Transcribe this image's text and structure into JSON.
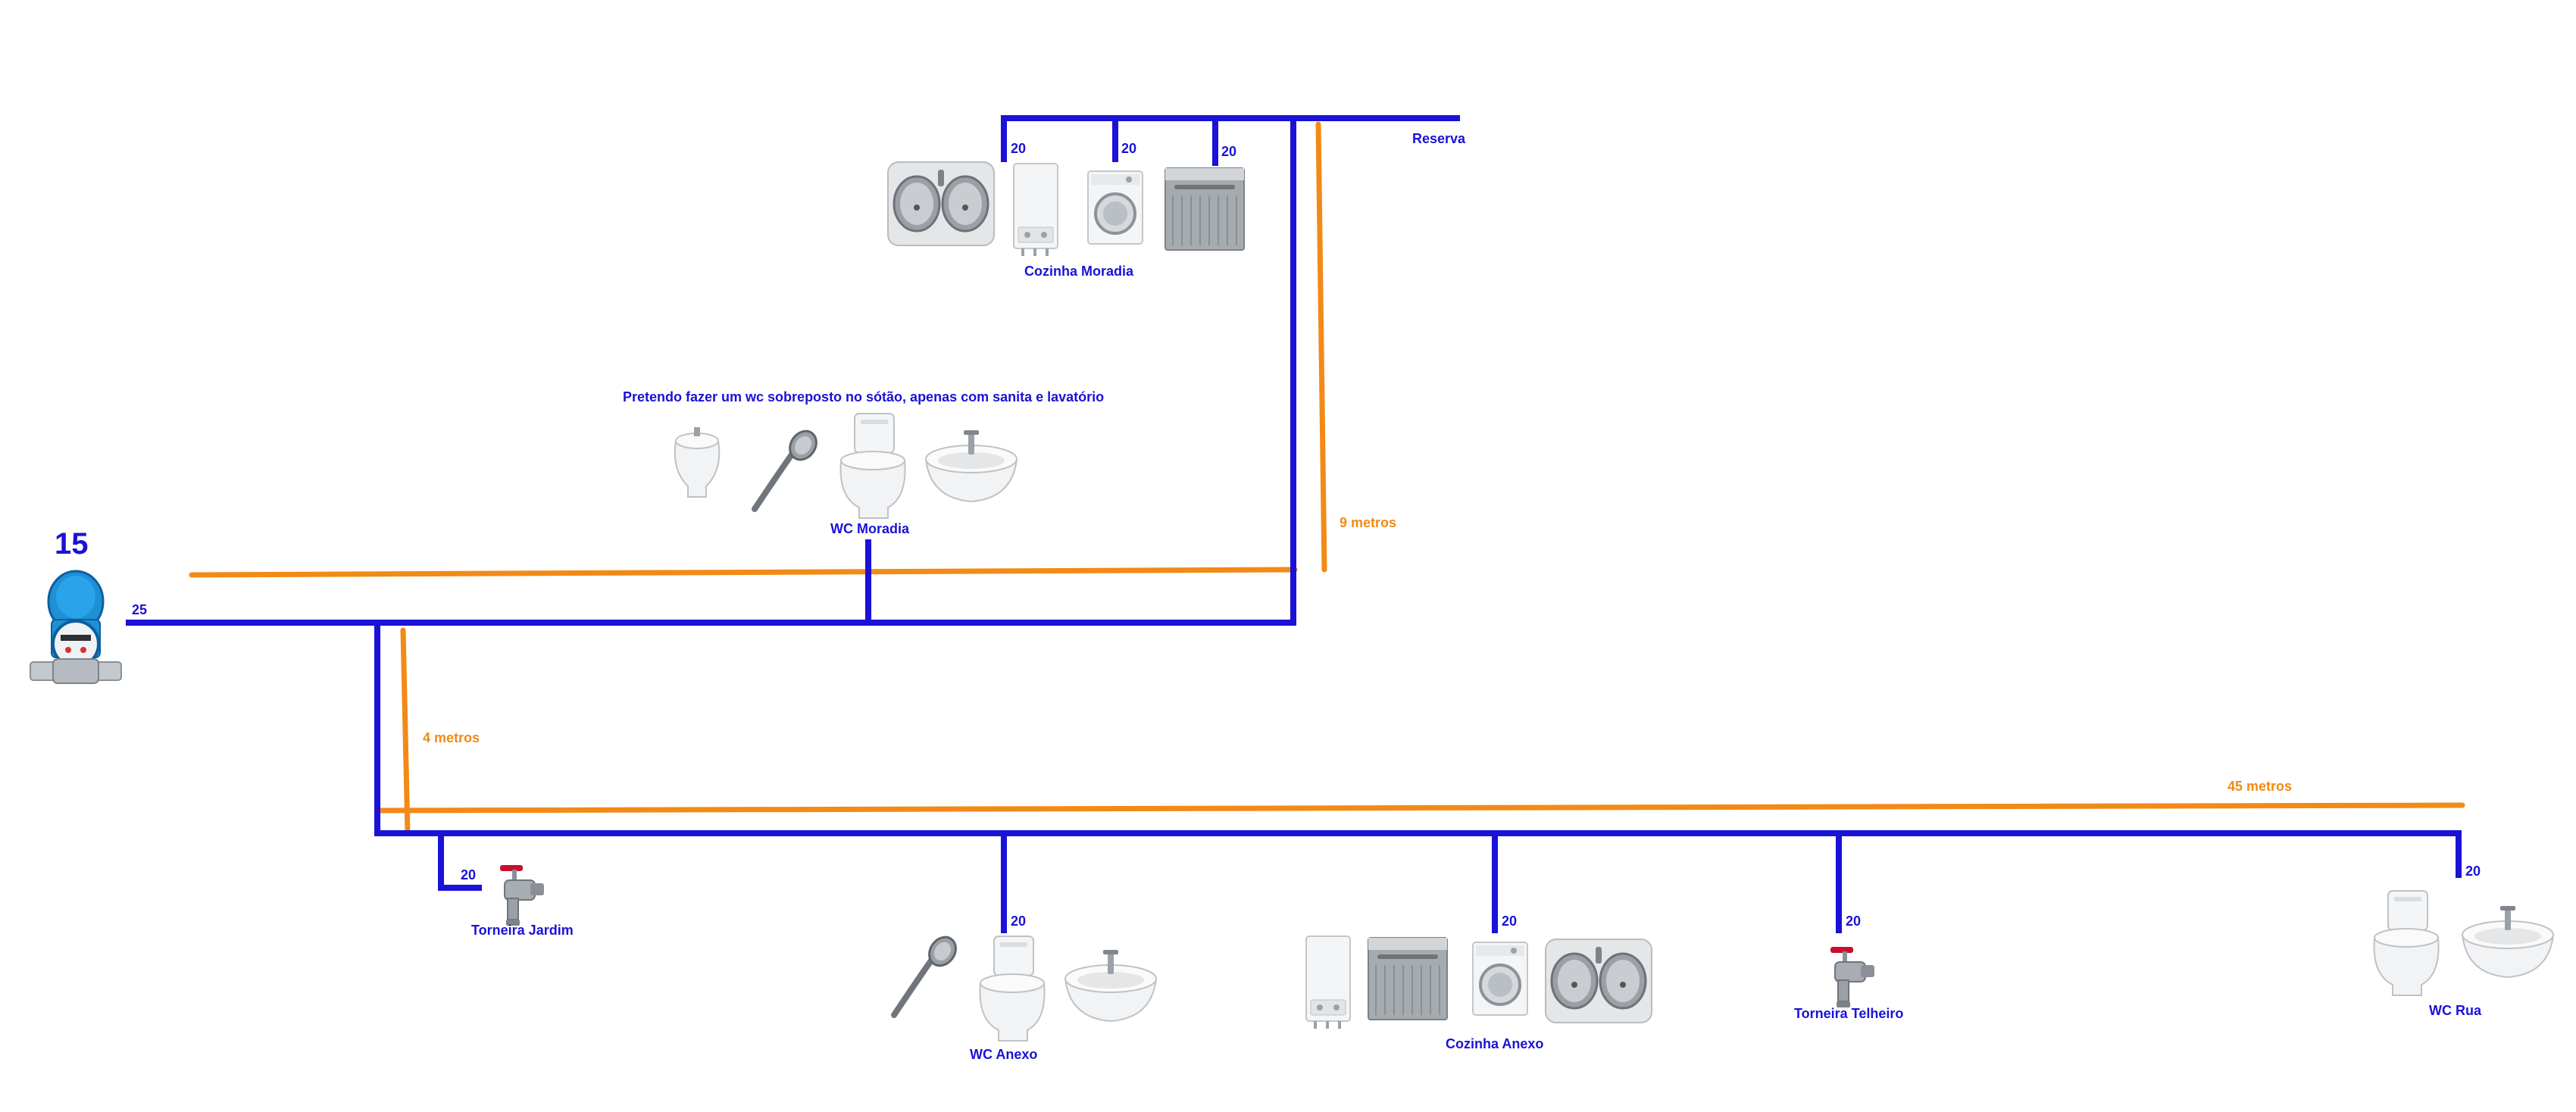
{
  "colors": {
    "pipe": "#1a12d6",
    "measure": "#f28a16"
  },
  "meter": {
    "size_label": "15",
    "icon": "water-meter-icon"
  },
  "pipes": {
    "main": "25",
    "cozinha_moradia_1": "20",
    "cozinha_moradia_2": "20",
    "cozinha_moradia_3": "20",
    "torneira_jardim": "20",
    "wc_anexo": "20",
    "cozinha_anexo": "20",
    "torneira_telheiro": "20",
    "wc_rua": "20"
  },
  "labels": {
    "reserva": "Reserva",
    "cozinha_moradia": "Cozinha Moradia",
    "wc_moradia": "WC Moradia",
    "torneira_jardim": "Torneira Jardim",
    "wc_anexo": "WC Anexo",
    "cozinha_anexo": "Cozinha Anexo",
    "torneira_telheiro": "Torneira Telheiro",
    "wc_rua": "WC Rua"
  },
  "note": "Pretendo fazer um wc sobreposto no sótão, apenas com sanita e lavatório",
  "distances": {
    "vertical_moradia": "9 metros",
    "vertical_anexo": "4 metros",
    "horizontal_anexo": "45 metros"
  },
  "fixtures": {
    "cozinha_moradia": [
      "double-sink-icon",
      "water-heater-icon",
      "washing-machine-icon",
      "dishwasher-icon"
    ],
    "wc_moradia": [
      "bidet-icon",
      "shower-head-icon",
      "toilet-icon",
      "washbasin-icon"
    ],
    "torneira_jardim": [
      "tap-icon"
    ],
    "wc_anexo": [
      "shower-head-icon",
      "toilet-icon",
      "washbasin-icon"
    ],
    "cozinha_anexo": [
      "water-heater-icon",
      "dishwasher-icon",
      "washing-machine-icon",
      "double-sink-icon"
    ],
    "torneira_telheiro": [
      "tap-icon"
    ],
    "wc_rua": [
      "toilet-icon",
      "washbasin-icon"
    ]
  }
}
